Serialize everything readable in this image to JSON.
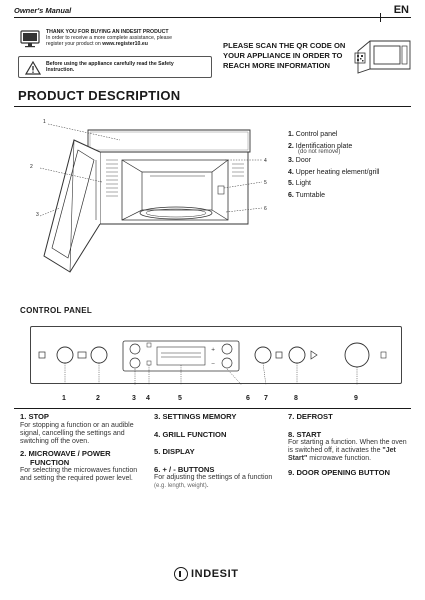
{
  "header": {
    "manual_label": "Owner's Manual",
    "language": "EN"
  },
  "register": {
    "title": "THANK YOU FOR BUYING AN INDESIT PRODUCT",
    "line1": "In order to receive a more complete assistance, please",
    "line2_prefix": "register your product on ",
    "line2_link": "www.register10.eu"
  },
  "warning": {
    "line1": "Before using the appliance carefully read the Safety",
    "line2": "Instruction."
  },
  "qr": {
    "line1": "PLEASE SCAN THE QR CODE ON",
    "line2": "YOUR APPLIANCE IN ORDER TO",
    "line3": "REACH MORE INFORMATION"
  },
  "product_description": {
    "title": "PRODUCT DESCRIPTION",
    "items": [
      {
        "num": "1.",
        "label": "Control panel"
      },
      {
        "num": "2.",
        "label": "Identification plate",
        "sub": "(do not remove)"
      },
      {
        "num": "3.",
        "label": "Door"
      },
      {
        "num": "4.",
        "label": "Upper heating element/grill"
      },
      {
        "num": "5.",
        "label": "Light"
      },
      {
        "num": "6.",
        "label": "Turntable"
      }
    ],
    "callouts": [
      "1",
      "2",
      "3",
      "4",
      "5",
      "6"
    ]
  },
  "control_panel": {
    "title": "CONTROL PANEL",
    "numbers": [
      "1",
      "2",
      "3",
      "4",
      "5",
      "6",
      "7",
      "8",
      "9"
    ],
    "col1": [
      {
        "title": "1. STOP",
        "body": "For stopping a function or an audible signal, cancelling the settings and switching off the oven."
      },
      {
        "title": "2. MICROWAVE / POWER",
        "title2": "FUNCTION",
        "body": "For selecting the microwaves function and setting the required power level."
      }
    ],
    "col2": [
      {
        "title": "3. SETTINGS MEMORY"
      },
      {
        "title": "4. GRILL FUNCTION"
      },
      {
        "title": "5. DISPLAY"
      },
      {
        "title": "6. + / - BUTTONS",
        "body_prefix": "For adjusting the settings of a function ",
        "body_note": "(e.g. length, weight)",
        "body_suffix": "."
      }
    ],
    "col3": [
      {
        "title": "7. DEFROST"
      },
      {
        "title": "8. START",
        "body_prefix": "For starting a function. When the oven is switched off, it activates the ",
        "body_bold": "\"Jet Start\"",
        "body_suffix": " microwave function."
      },
      {
        "title": "9. DOOR OPENING BUTTON"
      }
    ]
  },
  "brand": {
    "name": "INDESIT"
  }
}
